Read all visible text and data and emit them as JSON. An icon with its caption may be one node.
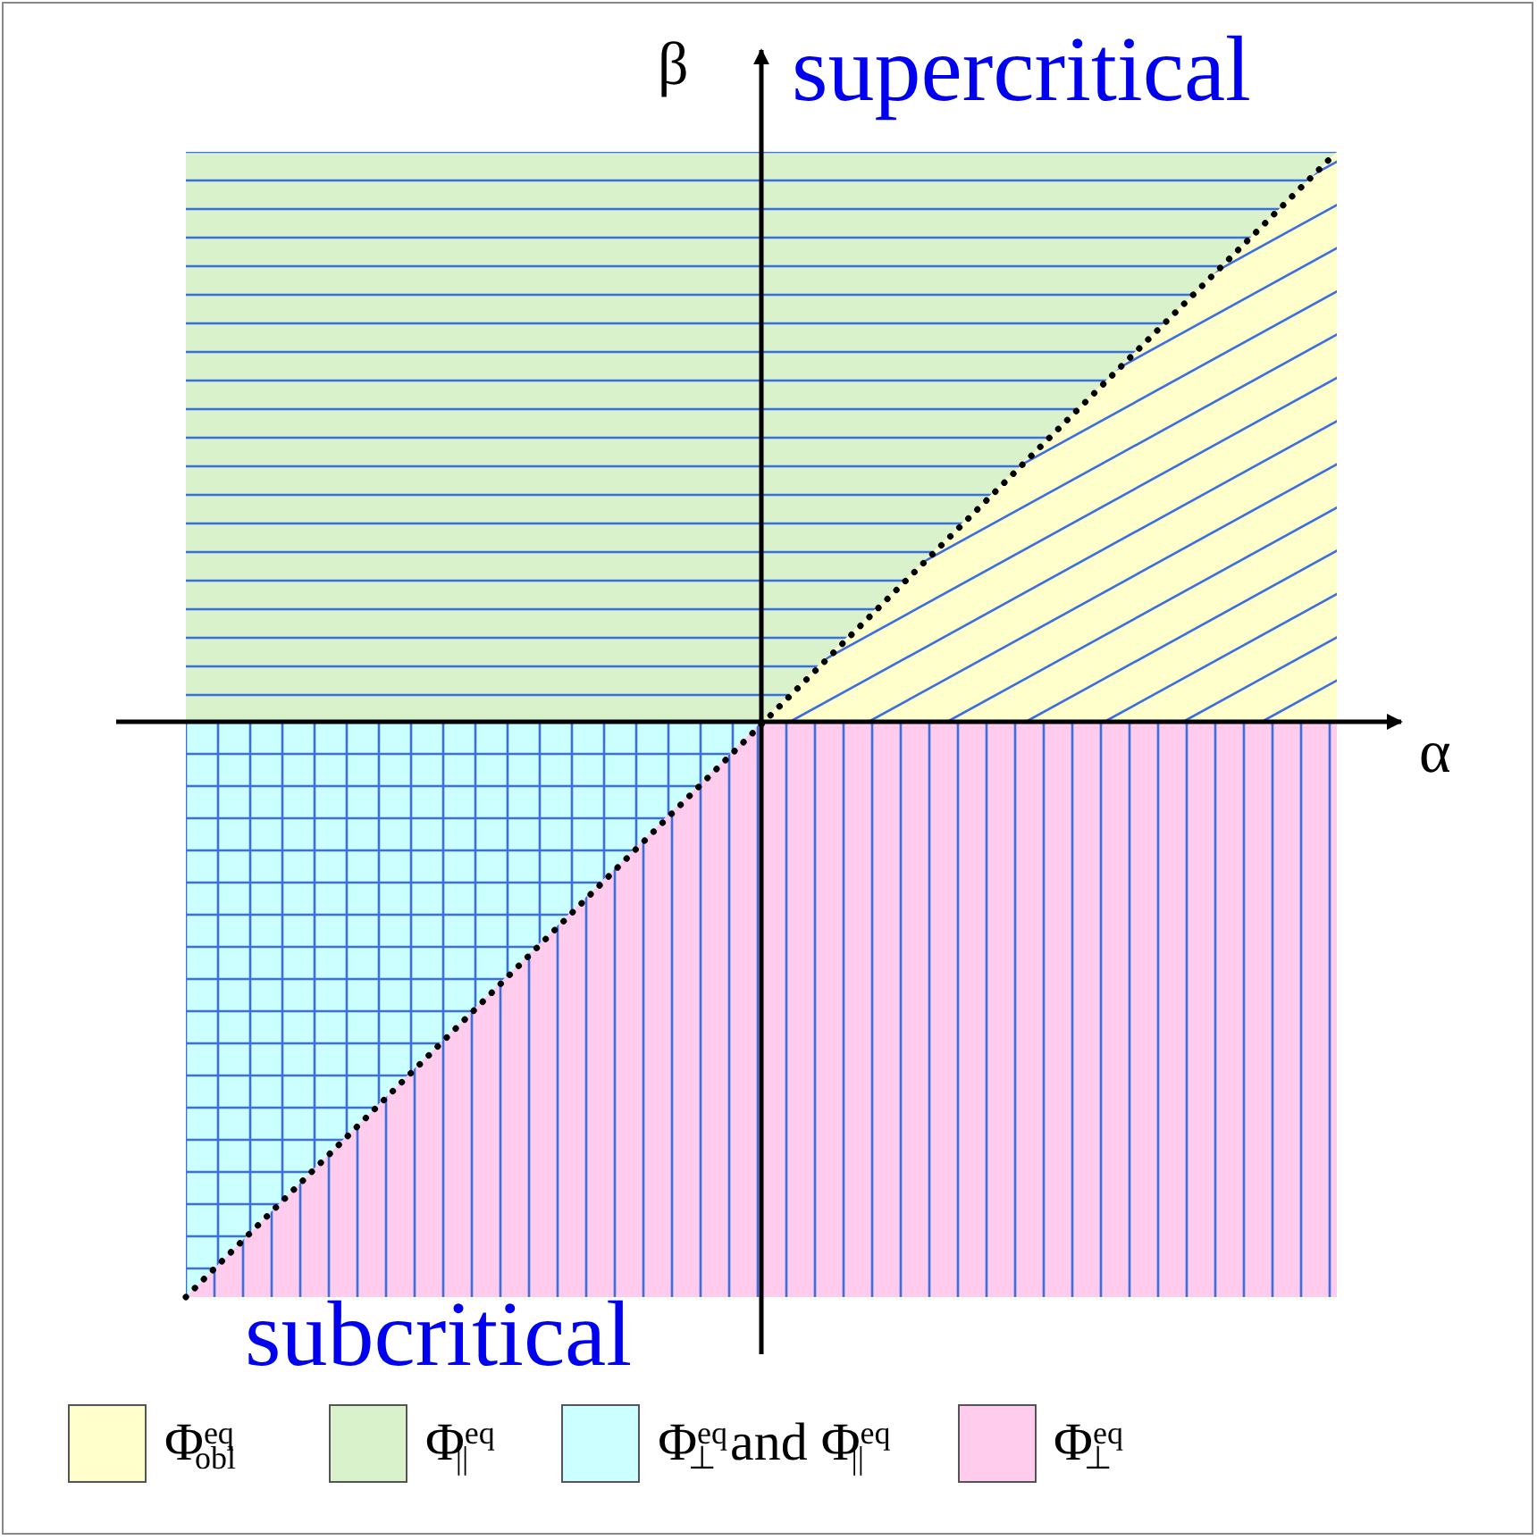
{
  "diagram": {
    "labels": [
      "β",
      "supercritical",
      "α",
      "subcritical"
    ],
    "legend": [
      {
        "text": "Φ$^{eq}$$_{obl}$",
        "color": "#ffffcc"
      },
      {
        "text": "Φ$^{eq}$$_{||}$",
        "color": "#d9f2cc"
      },
      {
        "text": "Φ$^{eq}$$_{⊥}$ and Φ$^{eq}$$_{||}$",
        "color": "#ccffff"
      },
      {
        "text": "Φ$^{eq}$$_{⊥}$",
        "color": "#ffccee"
      }
    ]
  }
}
